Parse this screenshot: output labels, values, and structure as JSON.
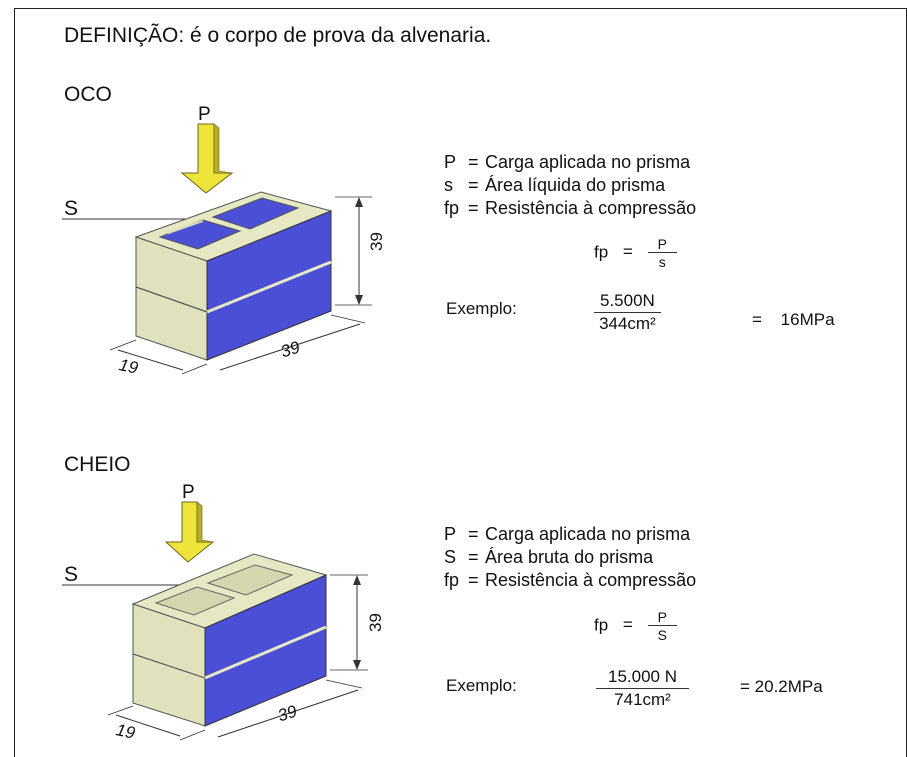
{
  "title": "DEFINIÇÃO: é o corpo de prova da alvenaria.",
  "sections": [
    {
      "heading": "OCO",
      "figure": {
        "load_label": "P",
        "area_label": "S",
        "height_dim": "39",
        "width_dim": "19",
        "length_dim": "39"
      },
      "legend": [
        {
          "symbol": "P",
          "text": "Carga aplicada no prisma"
        },
        {
          "symbol": "s",
          "text": "Área líquida do prisma"
        },
        {
          "symbol": "fp",
          "text": "Resistência à compressão"
        }
      ],
      "formula": {
        "lhs": "fp",
        "eq": "=",
        "num": "P",
        "den": "s"
      },
      "example": {
        "label": "Exemplo:",
        "num": "5.500N",
        "den": "344cm²",
        "eq": "=",
        "result": "16MPa"
      }
    },
    {
      "heading": "CHEIO",
      "figure": {
        "load_label": "P",
        "area_label": "S",
        "height_dim": "39",
        "width_dim": "19",
        "length_dim": "39"
      },
      "legend": [
        {
          "symbol": "P",
          "text": "Carga aplicada no prisma"
        },
        {
          "symbol": "S",
          "text": "Área bruta do prisma"
        },
        {
          "symbol": "fp",
          "text": "Resistência à compressão"
        }
      ],
      "formula": {
        "lhs": "fp",
        "eq": "=",
        "num": "P",
        "den": "S"
      },
      "example": {
        "label": "Exemplo:",
        "num": "15.000 N",
        "den": "741cm²",
        "eq": "=",
        "result": "20.2MPa"
      }
    }
  ],
  "colors": {
    "block_face": "#4b4fd6",
    "block_top": "#e6e8c4",
    "arrow": "#efe43a"
  },
  "icons": [
    "load-arrow-icon",
    "hollow-block-icon",
    "solid-block-icon"
  ]
}
